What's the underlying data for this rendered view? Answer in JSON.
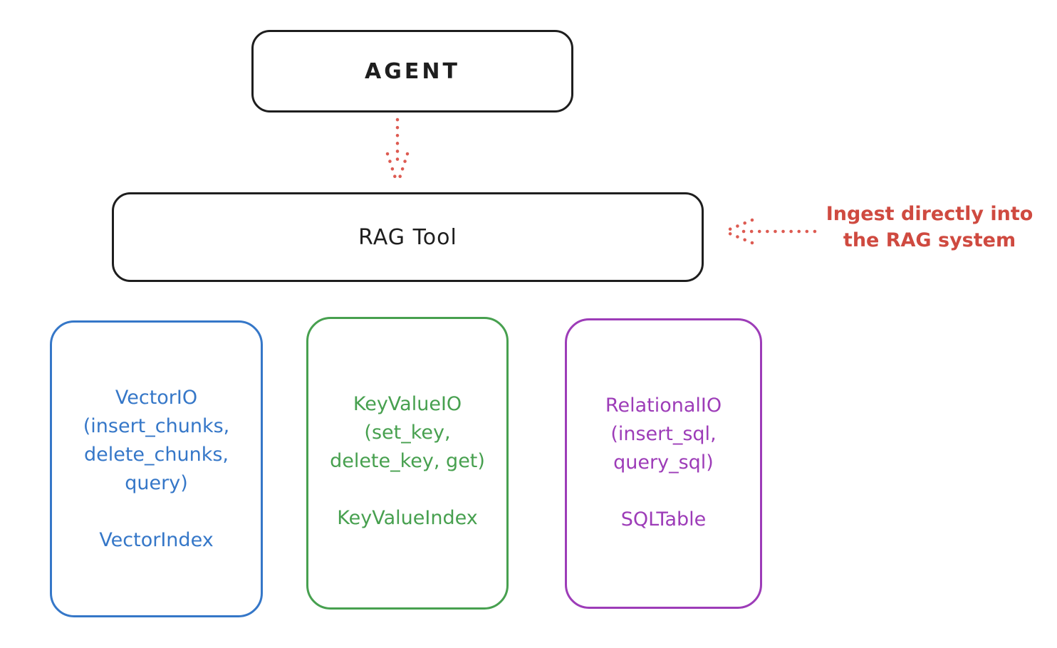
{
  "agent_box": {
    "label": "AGENT"
  },
  "rag_tool_box": {
    "label": "RAG Tool"
  },
  "ingest_annotation": {
    "text_line1": "Ingest directly into",
    "text_line2": "the RAG system"
  },
  "io_boxes": [
    {
      "name": "VectorIO",
      "lines": [
        "VectorIO",
        "(insert_chunks,",
        "delete_chunks,",
        "query)"
      ],
      "index_label": "VectorIndex",
      "color": "#3577c8"
    },
    {
      "name": "KeyValueIO",
      "lines": [
        "KeyValueIO",
        "(set_key,",
        "delete_key, get)"
      ],
      "index_label": "KeyValueIndex",
      "color": "#47a04f"
    },
    {
      "name": "RelationalIO",
      "lines": [
        "RelationalIO",
        "(insert_sql,",
        "query_sql)"
      ],
      "index_label": "SQLTable",
      "color": "#9d3cb8"
    }
  ],
  "colors": {
    "node_stroke": "#1e1e1e",
    "arrow_red": "#dd5b52",
    "annotation_red": "#cf4a40",
    "background": "#ffffff"
  }
}
